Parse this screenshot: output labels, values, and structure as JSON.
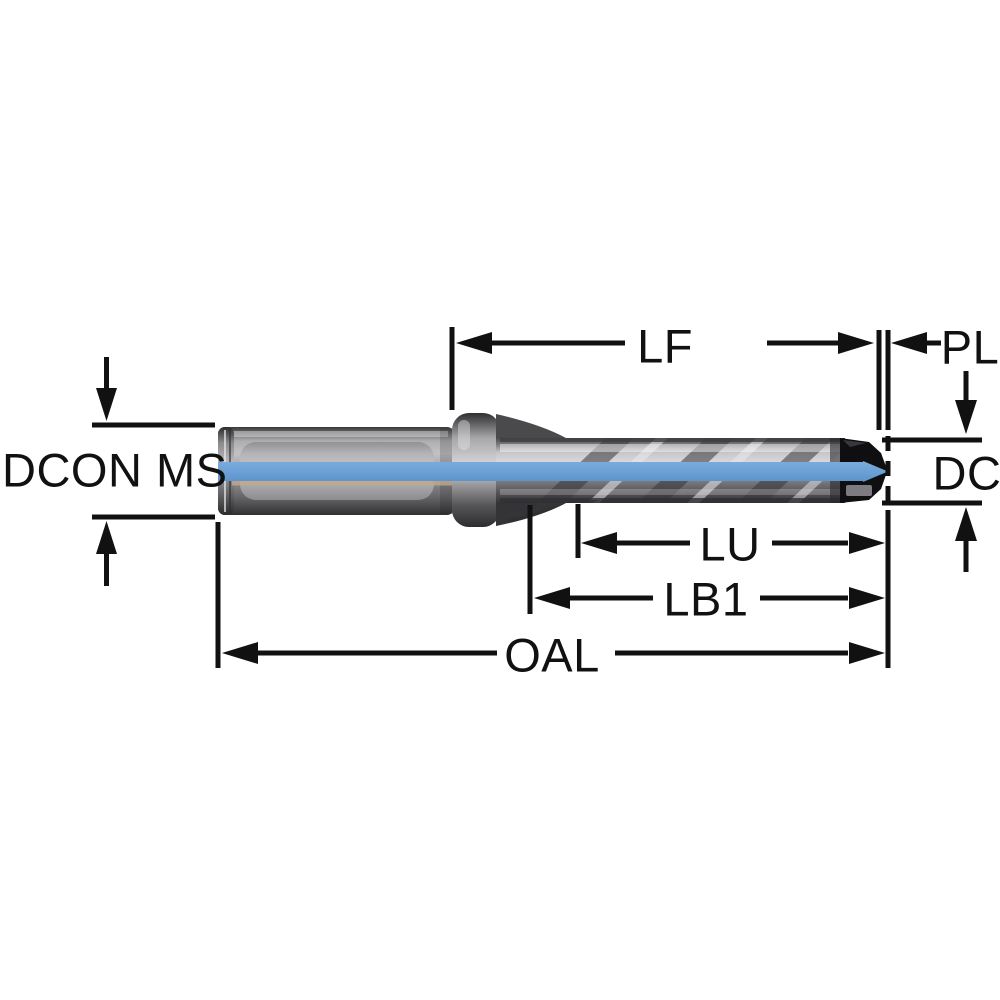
{
  "diagram": {
    "title": "Exchangeable-tip drill side view with dimension callouts",
    "labels": {
      "lf": "LF",
      "pl": "PL",
      "dcon_ms": "DCON MS",
      "dc": "DC",
      "lu": "LU",
      "lb1": "LB1",
      "oal": "OAL"
    },
    "colors": {
      "background": "#ffffff",
      "dimension_lines": "#111111",
      "coolant_stripe": "#6BA1D6",
      "metal_light": "#c9c9cc",
      "metal_mid": "#8f8f92",
      "metal_dark": "#343437",
      "insert_black": "#0f0f11",
      "shank_flat_tan_line": "#c3a78c"
    }
  }
}
